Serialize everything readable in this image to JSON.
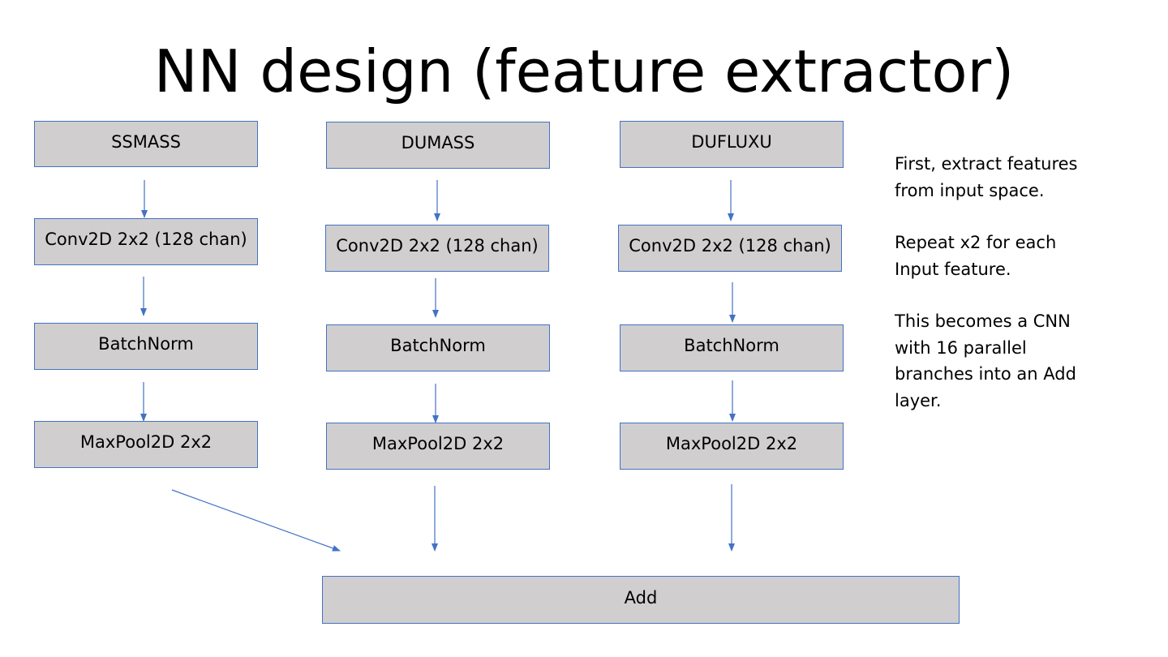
{
  "slide": {
    "title": "NN design (feature extractor)"
  },
  "columns": [
    {
      "input": "SSMASS",
      "conv": "Conv2D 2x2 (128 chan)",
      "norm": "BatchNorm",
      "pool": "MaxPool2D 2x2"
    },
    {
      "input": "DUMASS",
      "conv": "Conv2D 2x2 (128 chan)",
      "norm": "BatchNorm",
      "pool": "MaxPool2D 2x2"
    },
    {
      "input": "DUFLUXU",
      "conv": "Conv2D 2x2 (128 chan)",
      "norm": "BatchNorm",
      "pool": "MaxPool2D 2x2"
    }
  ],
  "output": {
    "label": "Add"
  },
  "notes": [
    "First, extract features from input space.",
    "Repeat x2 for each Input feature.",
    "This becomes a CNN with 16 parallel branches into an Add layer."
  ],
  "colors": {
    "box_fill": "#d0cece",
    "box_border": "#4472c4",
    "arrow": "#4472c4"
  }
}
